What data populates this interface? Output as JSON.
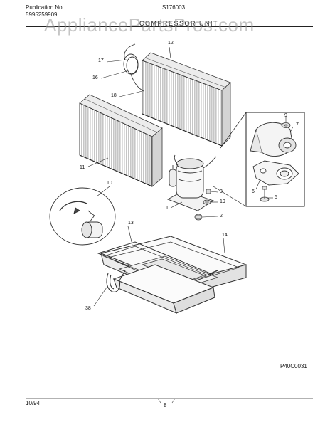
{
  "header": {
    "publication_label": "Publication No.",
    "publication_number": "5995259909",
    "model": "S176003",
    "section_title": "COMPRESSOR UNIT"
  },
  "watermark": "AppliancePartsPros.com",
  "callouts": {
    "c1": "1",
    "c2": "2",
    "c3": "3",
    "c5": "5",
    "c6": "6",
    "c7": "7",
    "c9": "9",
    "c10": "10",
    "c11": "11",
    "c12": "12",
    "c13": "13",
    "c14": "14",
    "c16": "16",
    "c17": "17",
    "c18": "18",
    "c19": "19",
    "c38": "38"
  },
  "footer": {
    "diagram_code": "P40C0031",
    "date": "10/94",
    "page": "8"
  }
}
